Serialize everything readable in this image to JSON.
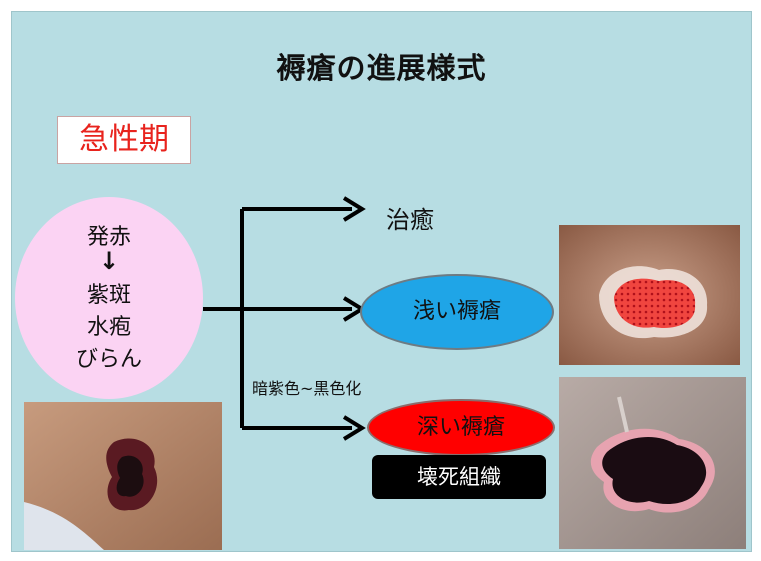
{
  "title": "褥瘡の進展様式",
  "phase_label": "急性期",
  "stages": {
    "first": "発赤",
    "arrow": "↓",
    "items": [
      "紫斑",
      "水疱",
      "びらん"
    ]
  },
  "outcomes": {
    "healing": "治癒",
    "shallow": "浅い褥瘡",
    "deep": "深い褥瘡",
    "necrosis": "壊死組織",
    "deep_transition": "暗紫色~黒色化"
  },
  "colors": {
    "slide_bg": "#b7dde3",
    "phase_text": "#e8231d",
    "stage_ellipse": "#fbd3f3",
    "shallow_fill": "#1fa5e7",
    "deep_fill": "#ff0000",
    "necrosis_fill": "#000000"
  }
}
